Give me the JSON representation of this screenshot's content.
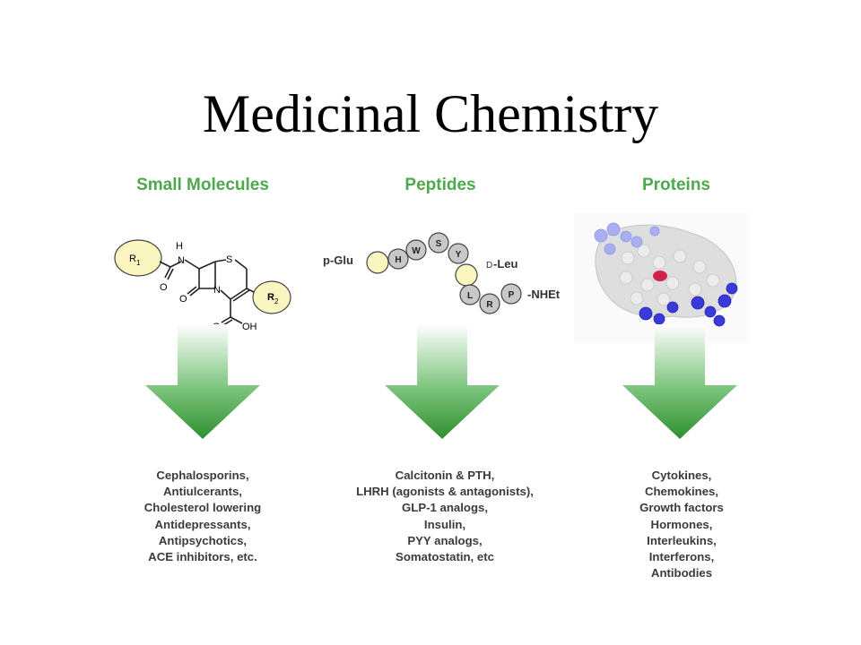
{
  "title": "Medicinal Chemistry",
  "columns": [
    {
      "heading": "Small Molecules",
      "items": [
        "Cephalosporins,",
        "Antiulcerants,",
        "Cholesterol lowering",
        "Antidepressants,",
        "Antipsychotics,",
        "ACE inhibitors, etc."
      ]
    },
    {
      "heading": "Peptides",
      "items": [
        "Calcitonin & PTH,",
        "LHRH (agonists & antagonists),",
        "GLP-1 analogs,",
        "Insulin,",
        "PYY analogs,",
        "Somatostatin, etc"
      ]
    },
    {
      "heading": "Proteins",
      "items": [
        "Cytokines,",
        "Chemokines,",
        "Growth factors",
        "Hormones,",
        "Interleukins,",
        "Interferons,",
        "Antibodies"
      ]
    }
  ],
  "molecule": {
    "r1": "R",
    "r1_sub": "1",
    "r2": "R",
    "r2_sub": "2",
    "h": "H",
    "n_amide": "N",
    "s": "S",
    "n_ring": "N",
    "o1": "O",
    "o2": "O",
    "o3": "O",
    "oh": "OH"
  },
  "peptide": {
    "start_label": "p-Glu",
    "d_prefix": "D",
    "d_label": "-Leu",
    "end_label": "-NHEt",
    "residues": [
      "H",
      "W",
      "S",
      "Y",
      "L",
      "R",
      "P"
    ]
  },
  "colors": {
    "heading_green": "#4ca94c",
    "arrow_green": "#3d9e3d",
    "circle_yellow": "#fbf6c0",
    "residue_gray": "#c8c8c8",
    "protein_blue": "#3a3ad8"
  }
}
